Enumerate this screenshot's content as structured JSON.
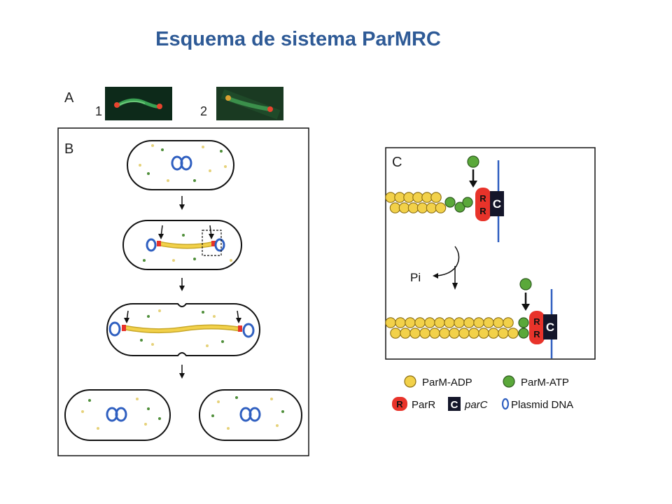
{
  "title": "Esquema de sistema ParMRC",
  "panels": {
    "a": {
      "label": "A",
      "image1": "1",
      "image2": "2"
    },
    "b": {
      "label": "B"
    },
    "c": {
      "label": "C",
      "pi_label": "Pi",
      "parr_letter": "R",
      "parc_letter": "C"
    }
  },
  "legend": {
    "parm_adp": "ParM-ADP",
    "parm_atp": "ParM-ATP",
    "parr": "ParR",
    "parc": "parC",
    "plasmid": "Plasmid DNA"
  },
  "colors": {
    "title": "#2e5a96",
    "parm_adp": "#f2d14a",
    "parm_atp": "#5aa83a",
    "parr": "#e8332a",
    "parc": "#14162a",
    "plasmid": "#2f5fc0"
  }
}
